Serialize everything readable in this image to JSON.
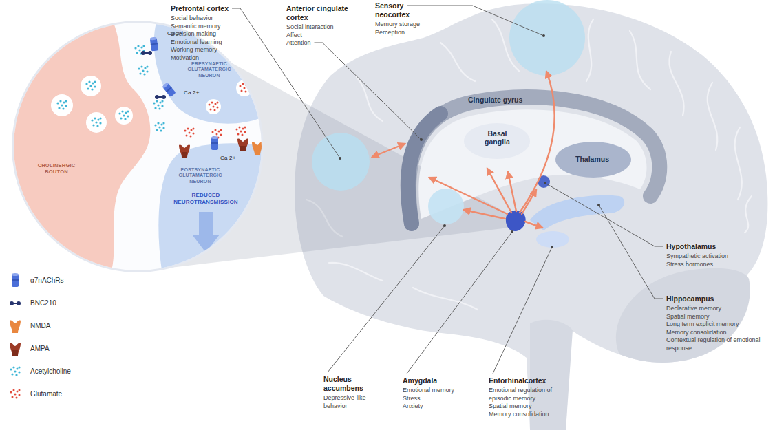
{
  "diagram": {
    "nodes": [
      {
        "text": [
          "CHOLINERGIC BOUTON"
        ]
      },
      {
        "text": [
          "PRESYNAPTIC GLUTAMATERGIC NEURON",
          "Ca 2+",
          "Ca 2+"
        ]
      },
      {
        "text": [
          "POSTSYNAPTIC GLUTAMATERGIC NEURON",
          "Ca 2+",
          "REDUCED NEUROTRANSMISSION"
        ]
      }
    ],
    "labels": [
      "Prefrontal cortex",
      "Social behavior",
      "Semantic memory",
      "Decision making",
      "Emotional learning",
      "Working memory",
      "Motivation",
      "Anterior cingulate cortex",
      "Social interaction",
      "Affect",
      "Attention",
      "Sensory neocortex",
      "Memory storage",
      "Perception",
      "Cingulate gyrus",
      "Basal ganglia",
      "Thalamus",
      "Hypothalamus",
      "Sympathetic activation",
      "Stress hormones",
      "Hippocampus",
      "Declarative memory",
      "Spatial memory",
      "Long term explicit memory",
      "Memory consolidation",
      "Contextual regulation of emotional response",
      "Nucleus accumbens",
      "Depressive-like behavior",
      "Amygdala",
      "Emotional memory",
      "Stress",
      "Anxiety",
      "Entorhinalcortex",
      "Emotional regulation of episodic memory",
      "Spatial memory",
      "Memory consolidation"
    ],
    "legend": [
      {
        "text": "α7nAChRs"
      },
      {
        "text": "BNC210"
      },
      {
        "text": "NMDA"
      },
      {
        "text": "AMPA"
      },
      {
        "text": "Acetylcholine"
      },
      {
        "text": "Glutamate"
      }
    ]
  }
}
